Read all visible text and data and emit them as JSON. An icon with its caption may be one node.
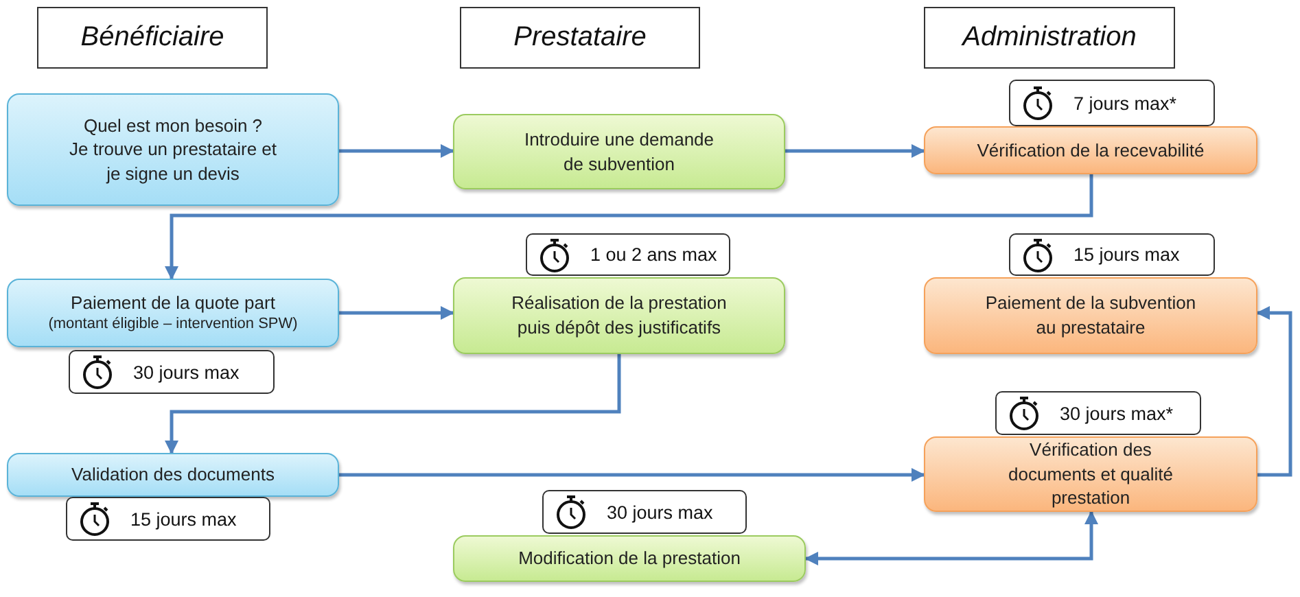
{
  "diagram": {
    "nodes": [
      {
        "text": [
          "Bénéficiaire"
        ]
      },
      {
        "text": [
          "Prestataire"
        ]
      },
      {
        "text": [
          "Administration"
        ]
      },
      {
        "text": [
          "Quel est mon besoin ?",
          "Je trouve un prestataire et je signe un devis"
        ]
      },
      {
        "text": [
          "Introduire une demande de subvention"
        ]
      },
      {
        "text": [
          "Vérification de la recevabilité"
        ],
        "beside": [
          "7 jours max*"
        ]
      },
      {
        "text": [
          "Paiement de la quote part",
          "(montant éligible – intervention SPW)"
        ],
        "beside": [
          "30 jours max"
        ]
      },
      {
        "text": [
          "Réalisation de la prestation puis dépôt des justificatifs"
        ],
        "beside": [
          "1 ou 2 ans max"
        ]
      },
      {
        "text": [
          "Paiement de la subvention au prestataire"
        ],
        "beside": [
          "15 jours max"
        ]
      },
      {
        "text": [
          "Validation des documents"
        ],
        "beside": [
          "15 jours max"
        ]
      },
      {
        "text": [
          "Vérification des documents et qualité prestation"
        ],
        "beside": [
          "30 jours max*"
        ]
      },
      {
        "text": [
          "Modification de la prestation"
        ],
        "beside": [
          "30 jours max"
        ]
      }
    ],
    "edges": [
      {
        "from": 3,
        "to": 4,
        "arrow": "to"
      },
      {
        "from": 4,
        "to": 5,
        "arrow": "to"
      },
      {
        "from": 5,
        "to": 6,
        "arrow": "to"
      },
      {
        "from": 6,
        "to": 7,
        "arrow": "to"
      },
      {
        "from": 7,
        "to": 9,
        "arrow": "to"
      },
      {
        "from": 9,
        "to": 10,
        "arrow": "to"
      },
      {
        "from": 10,
        "to": 8,
        "arrow": "to"
      },
      {
        "from": 10,
        "to": 11,
        "arrow": "both"
      }
    ]
  }
}
